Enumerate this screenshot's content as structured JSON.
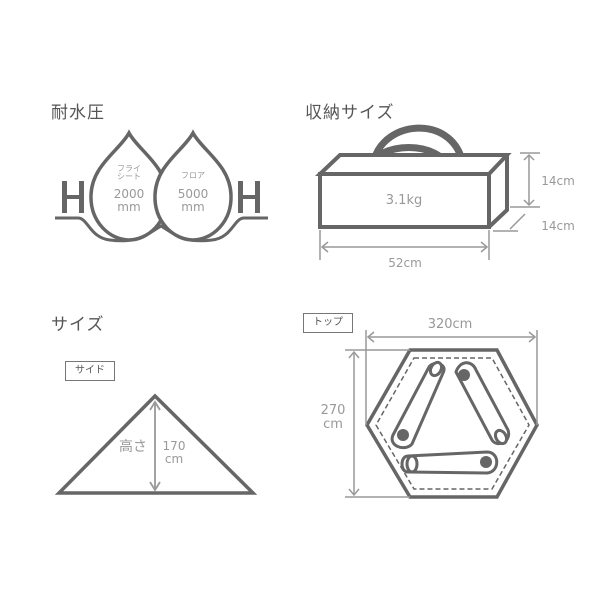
{
  "sections": {
    "water_pressure": {
      "title": "耐水圧",
      "fly": {
        "label_line1": "フライ",
        "label_line2": "シート",
        "value": "2000",
        "unit": "mm"
      },
      "floor": {
        "label": "フロア",
        "value": "5000",
        "unit": "mm"
      },
      "left_h": "H",
      "right_h": "H"
    },
    "storage_size": {
      "title": "収納サイズ",
      "weight": "3.1kg",
      "height": "14cm",
      "depth": "14cm",
      "width": "52cm"
    },
    "size": {
      "title": "サイズ",
      "side": {
        "tag": "サイド",
        "height_label": "高さ",
        "height_value": "170",
        "height_unit": "cm"
      },
      "top": {
        "tag": "トップ",
        "width": "320cm",
        "depth_value": "270",
        "depth_unit": "cm"
      }
    }
  },
  "colors": {
    "stroke": "#666666",
    "dimension": "#999999",
    "text": "#555555"
  }
}
